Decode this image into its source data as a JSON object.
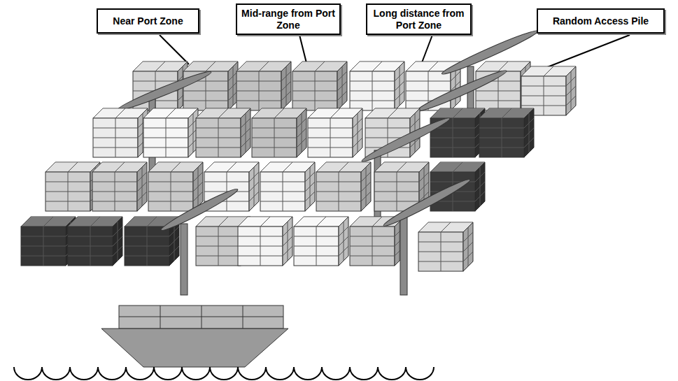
{
  "diagram": {
    "nodes": [
      {
        "text": [
          "Near Port Zone"
        ]
      },
      {
        "text": [
          "Mid-range from Port Zone"
        ]
      },
      {
        "text": [
          "Long distance from Port Zone"
        ]
      },
      {
        "text": [
          "Random Access Pile"
        ]
      }
    ]
  }
}
